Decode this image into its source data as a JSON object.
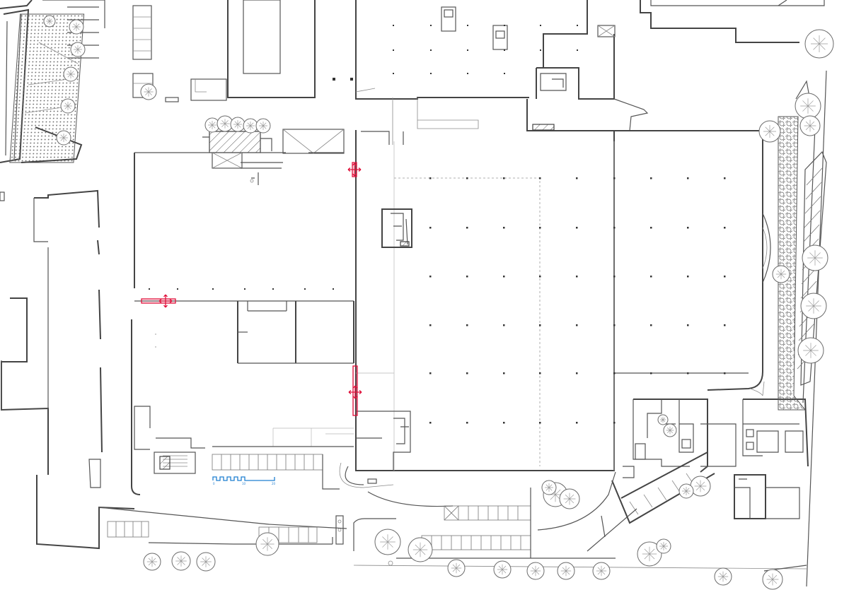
{
  "plan": {
    "kind": "site floor plan",
    "colors": {
      "walls": "#444444",
      "background": "#ffffff",
      "move_marker": "#e0103a",
      "scale_bar": "#1f7fd1"
    },
    "scale_bar": {
      "ticks": [
        "0",
        "10",
        "20"
      ]
    },
    "move_handles": [
      {
        "name": "move-handle-top",
        "icon": "four-way-arrow-icon"
      },
      {
        "name": "move-handle-left",
        "icon": "four-way-arrow-icon"
      },
      {
        "name": "move-handle-right",
        "icon": "four-way-arrow-icon"
      }
    ]
  }
}
